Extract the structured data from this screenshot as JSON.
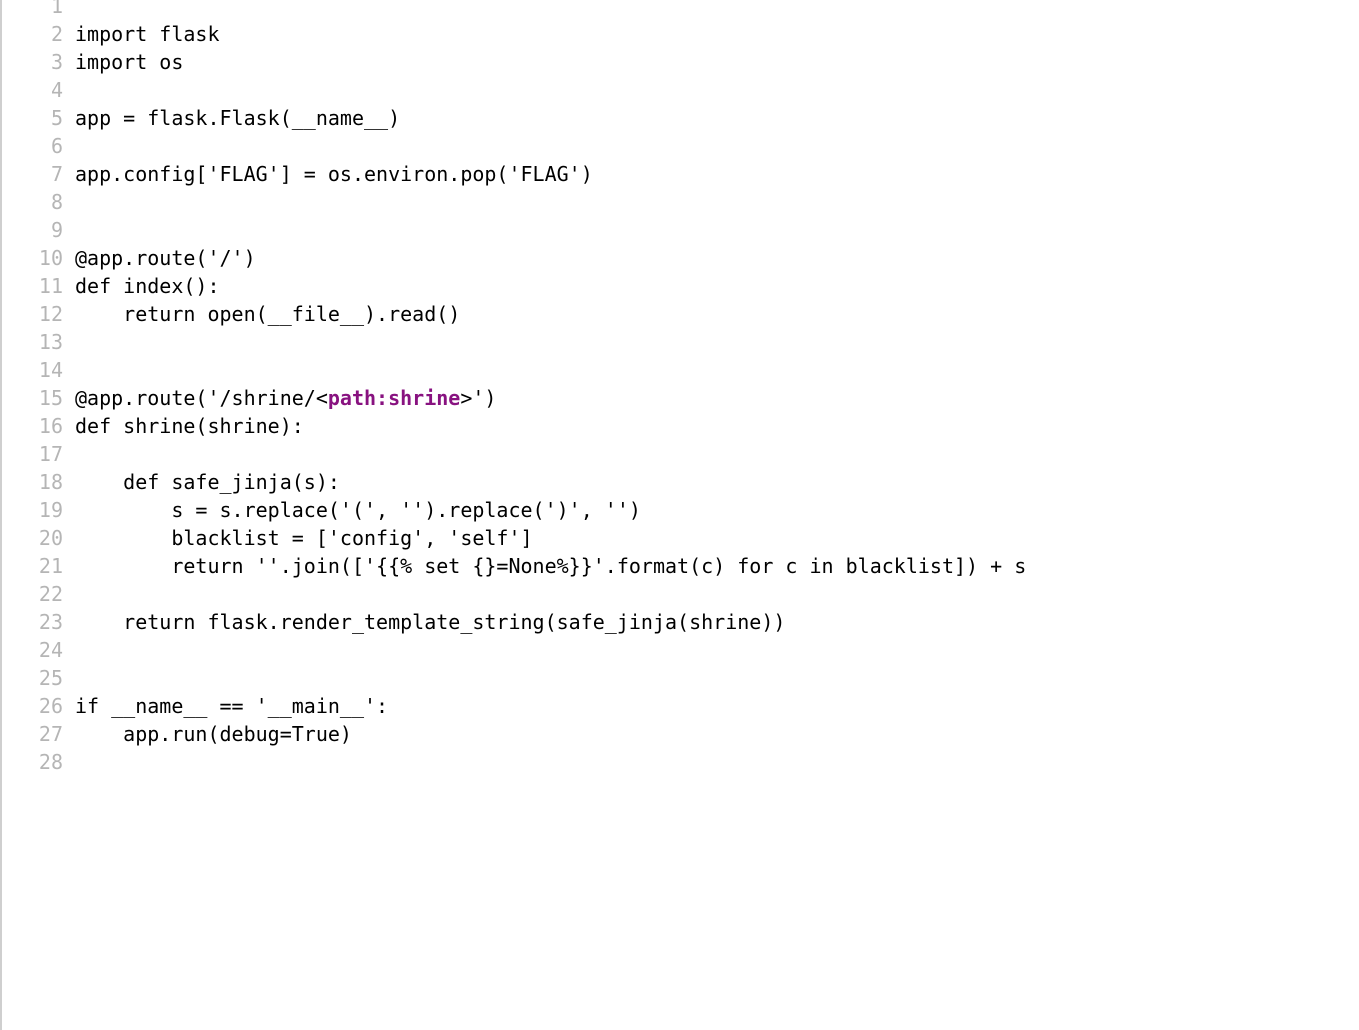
{
  "lines": [
    {
      "n": "1",
      "parts": [
        ""
      ]
    },
    {
      "n": "2",
      "parts": [
        "import flask"
      ]
    },
    {
      "n": "3",
      "parts": [
        "import os"
      ]
    },
    {
      "n": "4",
      "parts": [
        ""
      ]
    },
    {
      "n": "5",
      "parts": [
        "app = flask.Flask(__name__)"
      ]
    },
    {
      "n": "6",
      "parts": [
        ""
      ]
    },
    {
      "n": "7",
      "parts": [
        "app.config['FLAG'] = os.environ.pop('FLAG')"
      ]
    },
    {
      "n": "8",
      "parts": [
        ""
      ]
    },
    {
      "n": "9",
      "parts": [
        ""
      ]
    },
    {
      "n": "10",
      "parts": [
        "@app.route('/')"
      ]
    },
    {
      "n": "11",
      "parts": [
        "def index():"
      ]
    },
    {
      "n": "12",
      "parts": [
        "    return open(__file__).read()"
      ]
    },
    {
      "n": "13",
      "parts": [
        ""
      ]
    },
    {
      "n": "14",
      "parts": [
        ""
      ]
    },
    {
      "n": "15",
      "parts": [
        "@app.route('/shrine/<",
        "path:shrine",
        ">')"
      ]
    },
    {
      "n": "16",
      "parts": [
        "def shrine(shrine):"
      ]
    },
    {
      "n": "17",
      "parts": [
        ""
      ]
    },
    {
      "n": "18",
      "parts": [
        "    def safe_jinja(s):"
      ]
    },
    {
      "n": "19",
      "parts": [
        "        s = s.replace('(', '').replace(')', '')"
      ]
    },
    {
      "n": "20",
      "parts": [
        "        blacklist = ['config', 'self']"
      ]
    },
    {
      "n": "21",
      "parts": [
        "        return ''.join(['{{% set {}=None%}}'.format(c) for c in blacklist]) + s"
      ]
    },
    {
      "n": "22",
      "parts": [
        ""
      ]
    },
    {
      "n": "23",
      "parts": [
        "    return flask.render_template_string(safe_jinja(shrine))"
      ]
    },
    {
      "n": "24",
      "parts": [
        ""
      ]
    },
    {
      "n": "25",
      "parts": [
        ""
      ]
    },
    {
      "n": "26",
      "parts": [
        "if __name__ == '__main__':"
      ]
    },
    {
      "n": "27",
      "parts": [
        "    app.run(debug=True)"
      ]
    },
    {
      "n": "28",
      "parts": [
        ""
      ]
    }
  ],
  "colors": {
    "line_number": "#b5b5b5",
    "code_text": "#000000",
    "path_highlight": "#881280",
    "background": "#ffffff"
  }
}
